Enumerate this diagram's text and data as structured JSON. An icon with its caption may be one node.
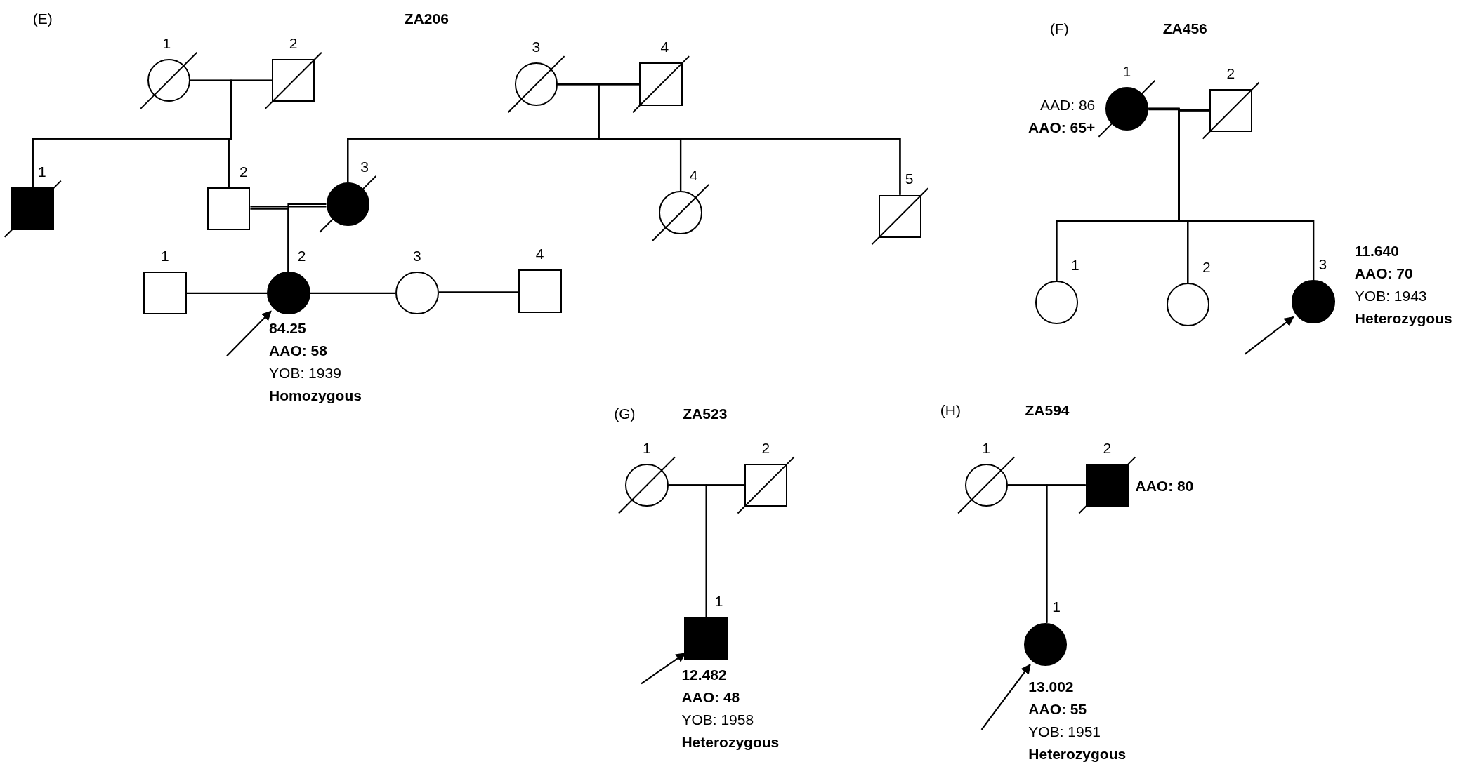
{
  "diagram": {
    "nodes": [
      {
        "text": [],
        "shape": "circle",
        "beside": [
          "1"
        ]
      },
      {
        "text": [],
        "shape": "box",
        "beside": [
          "2"
        ]
      },
      {
        "text": [],
        "shape": "circle",
        "beside": [
          "3"
        ]
      },
      {
        "text": [],
        "shape": "box",
        "beside": [
          "4"
        ]
      },
      {
        "text": [],
        "shape": "box",
        "beside": [
          "1"
        ]
      },
      {
        "text": [],
        "shape": "box",
        "beside": [
          "2"
        ]
      },
      {
        "text": [],
        "shape": "circle",
        "beside": [
          "3"
        ]
      },
      {
        "text": [],
        "shape": "circle",
        "beside": [
          "4"
        ]
      },
      {
        "text": [],
        "shape": "box",
        "beside": [
          "5"
        ]
      },
      {
        "text": [],
        "shape": "box",
        "beside": [
          "1"
        ]
      },
      {
        "text": [],
        "shape": "circle",
        "beside": [
          "2",
          "84.25",
          "AAO: 58",
          "YOB: 1939",
          "Homozygous"
        ]
      },
      {
        "text": [],
        "shape": "circle",
        "beside": [
          "3"
        ]
      },
      {
        "text": [],
        "shape": "box",
        "beside": [
          "4"
        ]
      },
      {
        "text": [],
        "shape": "circle",
        "beside": [
          "1",
          "AAD: 86",
          "AAO: 65+"
        ]
      },
      {
        "text": [],
        "shape": "box",
        "beside": [
          "2"
        ]
      },
      {
        "text": [],
        "shape": "circle",
        "beside": [
          "1"
        ]
      },
      {
        "text": [],
        "shape": "circle",
        "beside": [
          "2"
        ]
      },
      {
        "text": [],
        "shape": "circle",
        "beside": [
          "3",
          "11.640",
          "AAO: 70",
          "YOB: 1943",
          "Heterozygous"
        ]
      },
      {
        "text": [],
        "shape": "circle",
        "beside": [
          "1"
        ]
      },
      {
        "text": [],
        "shape": "box",
        "beside": [
          "2"
        ]
      },
      {
        "text": [],
        "shape": "box",
        "beside": [
          "1",
          "12.482",
          "AAO: 48",
          "YOB: 1958",
          "Heterozygous"
        ]
      },
      {
        "text": [],
        "shape": "circle",
        "beside": [
          "1"
        ]
      },
      {
        "text": [],
        "shape": "box",
        "beside": [
          "2",
          "AAO: 80"
        ]
      },
      {
        "text": [],
        "shape": "circle",
        "beside": [
          "1",
          "13.002",
          "AAO: 55",
          "YOB: 1951",
          "Heterozygous"
        ]
      }
    ],
    "edges": [
      {
        "from": 0,
        "to": 1,
        "arrow": "none"
      },
      {
        "from": 2,
        "to": 3,
        "arrow": "none"
      },
      {
        "from": 0,
        "to": 4,
        "arrow": "none"
      },
      {
        "from": 1,
        "to": 4,
        "arrow": "none"
      },
      {
        "from": 0,
        "to": 5,
        "arrow": "none"
      },
      {
        "from": 1,
        "to": 5,
        "arrow": "none"
      },
      {
        "from": 2,
        "to": 6,
        "arrow": "none"
      },
      {
        "from": 3,
        "to": 6,
        "arrow": "none"
      },
      {
        "from": 2,
        "to": 7,
        "arrow": "none"
      },
      {
        "from": 3,
        "to": 7,
        "arrow": "none"
      },
      {
        "from": 2,
        "to": 8,
        "arrow": "none"
      },
      {
        "from": 3,
        "to": 8,
        "arrow": "none"
      },
      {
        "from": 5,
        "to": 6,
        "arrow": "none"
      },
      {
        "from": 5,
        "to": 10,
        "arrow": "none"
      },
      {
        "from": 6,
        "to": 10,
        "arrow": "none"
      },
      {
        "from": 9,
        "to": 10,
        "arrow": "none"
      },
      {
        "from": 10,
        "to": 11,
        "arrow": "none"
      },
      {
        "from": 11,
        "to": 12,
        "arrow": "none"
      },
      {
        "from": null,
        "to": 10,
        "arrow": "to"
      },
      {
        "from": 13,
        "to": 14,
        "arrow": "none"
      },
      {
        "from": 13,
        "to": 15,
        "arrow": "none"
      },
      {
        "from": 14,
        "to": 15,
        "arrow": "none"
      },
      {
        "from": 13,
        "to": 16,
        "arrow": "none"
      },
      {
        "from": 14,
        "to": 16,
        "arrow": "none"
      },
      {
        "from": 13,
        "to": 17,
        "arrow": "none"
      },
      {
        "from": 14,
        "to": 17,
        "arrow": "none"
      },
      {
        "from": null,
        "to": 17,
        "arrow": "to"
      },
      {
        "from": 18,
        "to": 19,
        "arrow": "none"
      },
      {
        "from": 18,
        "to": 20,
        "arrow": "none"
      },
      {
        "from": 19,
        "to": 20,
        "arrow": "none"
      },
      {
        "from": null,
        "to": 20,
        "arrow": "to"
      },
      {
        "from": 21,
        "to": 22,
        "arrow": "none"
      },
      {
        "from": 21,
        "to": 23,
        "arrow": "none"
      },
      {
        "from": 22,
        "to": 23,
        "arrow": "none"
      },
      {
        "from": null,
        "to": 23,
        "arrow": "to"
      }
    ],
    "labels": [
      "(E)",
      "ZA206",
      "(F)",
      "ZA456",
      "(G)",
      "ZA523",
      "(H)",
      "ZA594"
    ]
  }
}
